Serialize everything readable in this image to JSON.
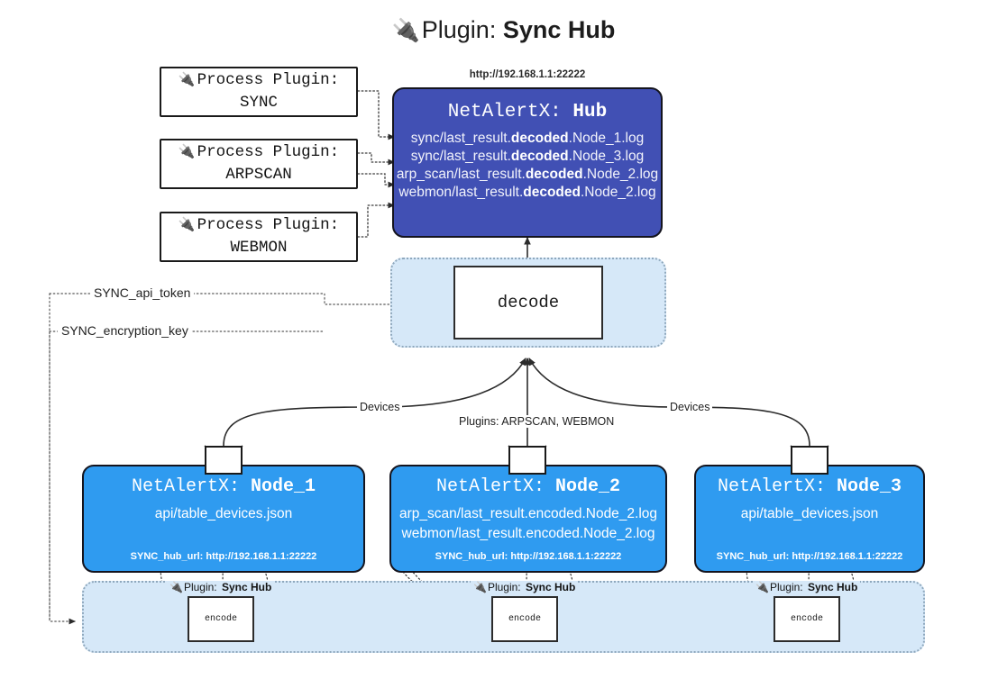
{
  "page": {
    "title_icon": "plug-icon",
    "title_lead": "Plugin:",
    "title_strong": "Sync Hub"
  },
  "colors": {
    "hub_fill": "#4150b4",
    "node_fill": "#2f9bf0",
    "container_fill": "#d6e8f8",
    "border": "#14141e"
  },
  "process_plugins": [
    {
      "icon": "plug-icon",
      "line1": "Process Plugin:",
      "line2": "SYNC"
    },
    {
      "icon": "plug-icon",
      "line1": "Process Plugin:",
      "line2": "ARPSCAN"
    },
    {
      "icon": "plug-icon",
      "line1": "Process Plugin:",
      "line2": "WEBMON"
    }
  ],
  "hub": {
    "url": "http://192.168.1.1:22222",
    "name_prefix": "NetAlertX:",
    "name": "Hub",
    "logs": [
      {
        "pre": "sync/last_result.",
        "mid": "decoded",
        "post": ".Node_1.log"
      },
      {
        "pre": "sync/last_result.",
        "mid": "decoded",
        "post": ".Node_3.log"
      },
      {
        "pre": "arp_scan/last_result.",
        "mid": "decoded",
        "post": ".Node_2.log"
      },
      {
        "pre": "webmon/last_result.",
        "mid": "decoded",
        "post": ".Node_2.log"
      }
    ]
  },
  "decode": {
    "label": "decode"
  },
  "tokens": [
    {
      "label": "SYNC_api_token"
    },
    {
      "label": "SYNC_encryption_key"
    }
  ],
  "edge_labels": {
    "devices_left": "Devices",
    "plugins_center": "Plugins: ARPSCAN, WEBMON",
    "devices_right": "Devices"
  },
  "nodes": [
    {
      "name_prefix": "NetAlertX:",
      "name": "Node_1",
      "lines": [
        "api/table_devices.json"
      ],
      "footer": "SYNC_hub_url: http://192.168.1.1:22222",
      "envelope": "envelope-icon"
    },
    {
      "name_prefix": "NetAlertX:",
      "name": "Node_2",
      "lines": [
        "arp_scan/last_result.encoded.Node_2.log",
        "webmon/last_result.encoded.Node_2.log"
      ],
      "footer": "SYNC_hub_url: http://192.168.1.1:22222",
      "envelope": "envelope-icon"
    },
    {
      "name_prefix": "NetAlertX:",
      "name": "Node_3",
      "lines": [
        "api/table_devices.json"
      ],
      "footer": "SYNC_hub_url: http://192.168.1.1:22222",
      "envelope": "envelope-icon"
    }
  ],
  "encoders": [
    {
      "plugin_lead": "Plugin:",
      "plugin_name": "Sync Hub",
      "icon": "plug-icon",
      "label": "encode"
    },
    {
      "plugin_lead": "Plugin:",
      "plugin_name": "Sync Hub",
      "icon": "plug-icon",
      "label": "encode"
    },
    {
      "plugin_lead": "Plugin:",
      "plugin_name": "Sync Hub",
      "icon": "plug-icon",
      "label": "encode"
    }
  ]
}
